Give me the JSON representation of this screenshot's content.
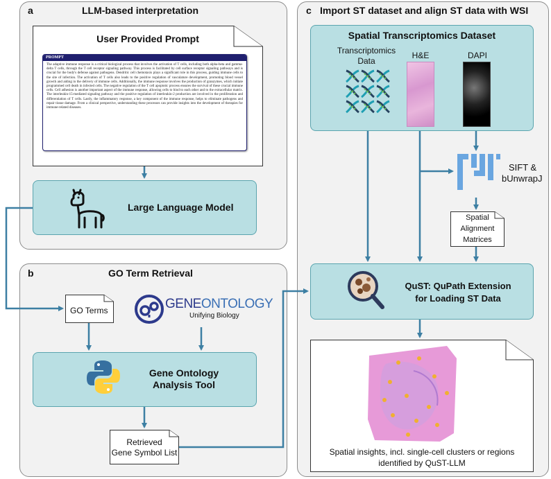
{
  "panel_a": {
    "letter": "a",
    "title": "LLM-based interpretation",
    "prompt_doc_title": "User Provided Prompt",
    "prompt_header": "PROMPT",
    "prompt_text": "The adaptive immune response is a critical biological process that involves the activation of T cells, including both alpha-beta and gamma-delta T cells, through the T cell receptor signaling pathway. This process is facilitated by cell surface receptor signaling pathways and is crucial for the body's defense against pathogens. Dendritic cell chemotaxis plays a significant role in this process, guiding immune cells to the site of infection. The activation of T cells also leads to the positive regulation of vasculature development, promoting blood vessel growth and aiding in the delivery of immune cells. Additionally, the immune response involves the production of granzymes, which initiate programmed cell death in infected cells. The negative regulation of the T cell apoptotic process ensures the survival of these crucial immune cells. Cell adhesion is another important aspect of the immune response, allowing cells to bind to each other and to the extracellular matrix. The interleukin-15-mediated signaling pathway and the positive regulation of interleukin-2 production are involved in the proliferation and differentiation of T cells. Lastly, the inflammatory response, a key component of the immune response, helps to eliminate pathogens and repair tissue damage. From a clinical perspective, understanding these processes can provide insights into the development of therapies for immune-related diseases.",
    "llm_label": "Large Language Model"
  },
  "panel_b": {
    "letter": "b",
    "title": "GO Term Retrieval",
    "go_terms_label": "GO Terms",
    "geneontology_logo": {
      "gene": "GENE",
      "ontology": "ONTOLOGY",
      "tagline": "Unifying Biology"
    },
    "tool_label_1": "Gene Ontology",
    "tool_label_2": "Analysis Tool",
    "retrieved_line_1": "Retrieved",
    "retrieved_line_2": "Gene Symbol List"
  },
  "panel_c": {
    "letter": "c",
    "title": "Import ST dataset and align ST data with WSI",
    "dataset_title": "Spatial Transcriptomics Dataset",
    "transcriptomics_line_1": "Transcriptomics",
    "transcriptomics_line_2": "Data",
    "he_label": "H&E",
    "dapi_label": "DAPI",
    "sift_line_1": "SIFT &",
    "sift_line_2": "bUnwrapJ",
    "matrices_line_1": "Spatial",
    "matrices_line_2": "Alignment",
    "matrices_line_3": "Matrices",
    "qust_line_1": "QuST: QuPath Extension",
    "qust_line_2": "for Loading ST Data",
    "insights_line_1": "Spatial insights, incl. single-cell clusters or regions",
    "insights_line_2": "identified by QuST-LLM"
  },
  "colors": {
    "panel_bg": "#f2f2f2",
    "teal_box": "#b9dfe3",
    "teal_border": "#5aa4ae",
    "arrow": "#3d7fa3",
    "prompt_header_bg": "#1f1f6e",
    "he_pink": "#e5a9d6",
    "fiji_blue": "#6aa6e0"
  }
}
